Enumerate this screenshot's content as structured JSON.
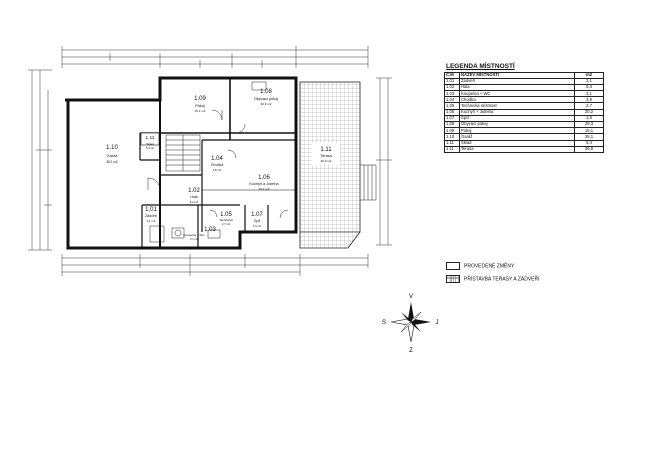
{
  "legend": {
    "title": "LEGENDA MÍSTNOSTÍ",
    "header": {
      "no": "Č.M",
      "name": "NÁZEV MÍSTNOSTI",
      "unit": "m2"
    },
    "rows": [
      {
        "no": "1.01",
        "name": "Zádveří",
        "area": "3,1"
      },
      {
        "no": "1.02",
        "name": "Hala",
        "area": "5,4"
      },
      {
        "no": "1.03",
        "name": "Koupelna + WC",
        "area": "3,1"
      },
      {
        "no": "1.04",
        "name": "Chodba",
        "area": "3,8"
      },
      {
        "no": "1.05",
        "name": "Technická místnost",
        "area": "2,7"
      },
      {
        "no": "1.06",
        "name": "Kuchyň + Jídelna",
        "area": "20,2"
      },
      {
        "no": "1.07",
        "name": "Spíž",
        "area": "1,5"
      },
      {
        "no": "1.08",
        "name": "Obývací pokoj",
        "area": "20,3"
      },
      {
        "no": "1.09",
        "name": "Pokoj",
        "area": "15,1"
      },
      {
        "no": "1.10",
        "name": "Garáž",
        "area": "38,1"
      },
      {
        "no": "1.11",
        "name": "Sklad",
        "area": "5,4"
      },
      {
        "no": "1.11",
        "name": "Terasa",
        "area": "36,9"
      }
    ]
  },
  "key": {
    "changes": "PROVEDENÉ ZMĚNY",
    "extension": "PŘÍSTAVBA TERASY A ZÁDVEŘÍ"
  },
  "compass": {
    "north": "V",
    "south": "Z",
    "west": "S",
    "east": "J"
  },
  "rooms": {
    "r110": {
      "no": "1.10",
      "name": "Garáž",
      "area": "38,1 m2"
    },
    "r111": {
      "no": "1.11",
      "name": "Sklad",
      "area": "5,4 m2"
    },
    "r109": {
      "no": "1.09",
      "name": "Pokoj",
      "area": "15,1 m2"
    },
    "r108": {
      "no": "1.08",
      "name": "Obývací pokoj",
      "area": "20,3 m2"
    },
    "r104": {
      "no": "1.04",
      "name": "Chodba",
      "area": "3,8 m2"
    },
    "r106": {
      "no": "1.06",
      "name": "Kuchyň a Jídelna",
      "area": "20,2 m2"
    },
    "r102": {
      "no": "1.02",
      "name": "Hala",
      "area": "5,4 m2"
    },
    "r101": {
      "no": "1.01",
      "name": "Zádveří",
      "area": "3,1 m2"
    },
    "r105": {
      "no": "1.05",
      "name": "Technická",
      "area": "2,7 m2"
    },
    "r103": {
      "no": "1.03",
      "name": "Koupelna + WC",
      "area": "3,1 m2"
    },
    "r107": {
      "no": "1.07",
      "name": "Spíž",
      "area": "1,5 m2"
    },
    "terrace": {
      "no": "1.11",
      "name": "Terasa",
      "area": "36,9 m2"
    }
  }
}
